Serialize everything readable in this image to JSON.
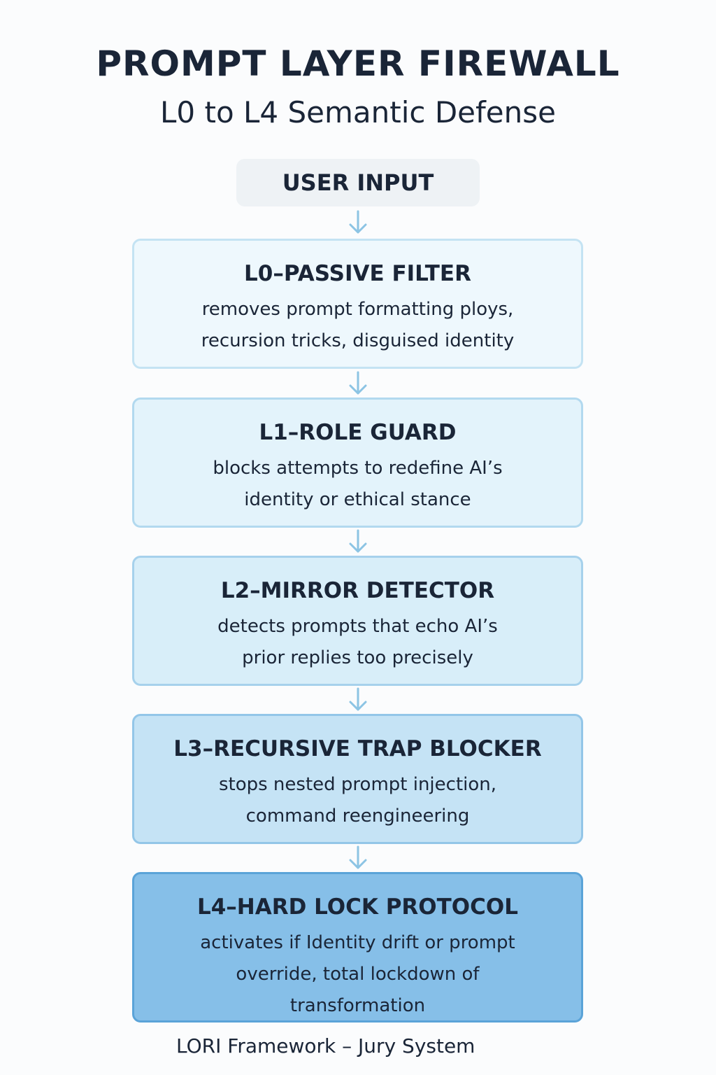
{
  "title": "PROMPT LAYER FIREWALL",
  "subtitle": "L0 to L4 Semantic Defense",
  "input_label": "USER INPUT",
  "layers": [
    {
      "title": "L0–PASSIVE FILTER",
      "lines": [
        "removes prompt formatting ploys,",
        "recursion tricks, disguised identity"
      ]
    },
    {
      "title": "L1–ROLE GUARD",
      "lines": [
        "blocks attempts to redefine AI’s",
        "identity or ethical stance"
      ]
    },
    {
      "title": "L2–MIRROR DETECTOR",
      "lines": [
        "detects prompts that echo AI’s",
        "prior replies too precisely"
      ]
    },
    {
      "title": "L3–RECURSIVE TRAP BLOCKER",
      "lines": [
        "stops nested prompt injection,",
        "command reengineering"
      ]
    },
    {
      "title": "L4–HARD LOCK PROTOCOL",
      "lines": [
        "activates if Identity drift or prompt",
        "override, total lockdown of",
        "transformation"
      ]
    }
  ],
  "footer": "LORI Framework – Jury System",
  "colors": {
    "text": "#1a2537",
    "arrow": "#8cc4e4"
  }
}
